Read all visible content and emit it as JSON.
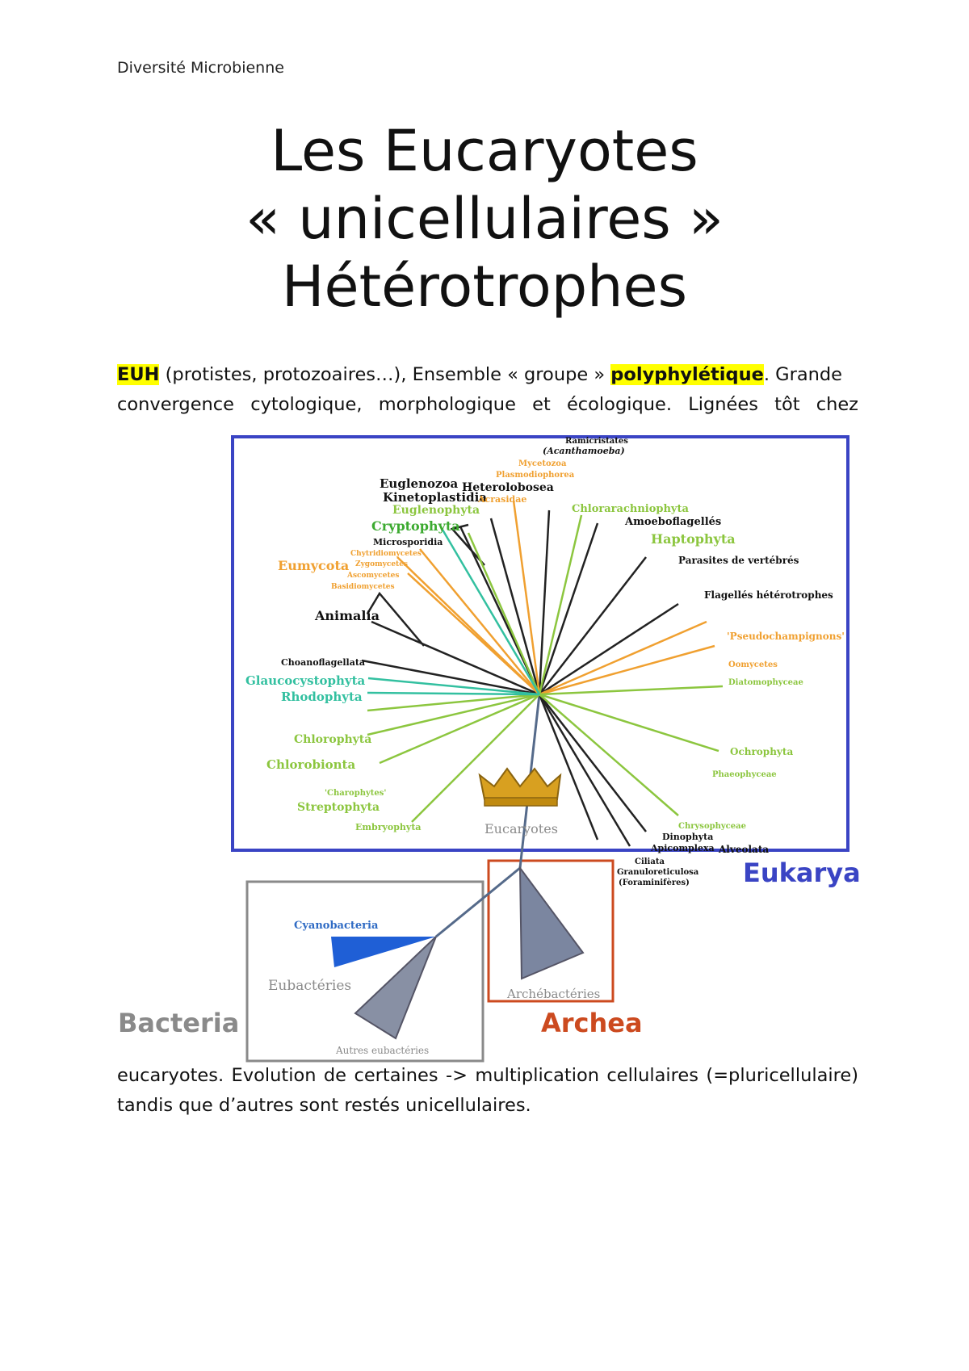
{
  "header": "Diversité Microbienne",
  "title": [
    "Les Eucaryotes",
    "« unicellulaires »",
    "Hétérotrophes"
  ],
  "para1": {
    "euh": "EUH",
    "part1": " (protistes, protozoaires…), Ensemble « groupe » ",
    "poly": "polyphylétique",
    "part2": ". Grande",
    "line2": "convergence cytologique, morphologique et écologique. Lignées tôt chez"
  },
  "para2": {
    "line1": "eucaryotes. Evolution de certaines -> multiplication cellulaires (=pluricellulaire)",
    "line2": "tandis que d’autres sont restés unicellulaires."
  },
  "figure": {
    "domains": {
      "eukarya": "Eukarya",
      "bacteria": "Bacteria",
      "archea": "Archea"
    },
    "colors": {
      "eukarya": "#3a44c4",
      "bacteria": "#8a8a8a",
      "archea": "#cc4a1f",
      "orange": "#f0a030",
      "green": "#8cc63f",
      "teal": "#33c0a0"
    },
    "labels": {
      "ramicristates": "Ramicristates",
      "acanthamoeba": "(Acanthamoeba)",
      "mycetozoa": "Mycetozoa",
      "plasmodiophorea": "Plasmodiophorea",
      "euglenozoa": "Euglenozoa",
      "kinetoplastidia": "Kinetoplastidia",
      "heterolobosea": "Heterolobosea",
      "acrasidae": "Acrasidae",
      "euglenophyta": "Euglenophyta",
      "cryptophyta": "Cryptophyta",
      "microsporidia": "Microsporidia",
      "chytridiomycetes": "Chytridiomycetes",
      "zygomycetes": "Zygomycetes",
      "ascomycetes": "Ascomycetes",
      "basidiomycetes": "Basidiomycetes",
      "eumycota": "Eumycota",
      "animalia": "Animalia",
      "choanoflagellata": "Choanoflagellata",
      "glaucocystophyta": "Glaucocystophyta",
      "rhodophyta": "Rhodophyta",
      "chlorophyta": "Chlorophyta",
      "chlorobionta": "Chlorobionta",
      "charophytes": "'Charophytes'",
      "streptophyta": "Streptophyta",
      "embryophyta": "Embryophyta",
      "eucaryotes": "Eucaryotes",
      "chlorarachniophyta": "Chlorarachniophyta",
      "amoeboflagelles": "Amoeboflagellés",
      "haptophyta": "Haptophyta",
      "parasites": "Parasites de vertébrés",
      "flagelles": "Flagellés hétérotrophes",
      "pseudochampignons": "'Pseudochampignons'",
      "oomycetes": "Oomycetes",
      "diatomophyceae": "Diatomophyceae",
      "ochrophyta": "Ochrophyta",
      "phaeophyceae": "Phaeophyceae",
      "chrysophyceae": "Chrysophyceae",
      "dinophyta": "Dinophyta",
      "apicomplexa": "Apicomplexa",
      "alveolata": "Alveolata",
      "ciliata": "Ciliata",
      "granuloreticulosa": "Granuloreticulosa",
      "foraminiferes": "(Foraminifères)",
      "cyanobacteria": "Cyanobacteria",
      "eubacteries": "Eubactéries",
      "autres": "Autres eubactéries",
      "archebacteries": "Archébactéries"
    }
  }
}
